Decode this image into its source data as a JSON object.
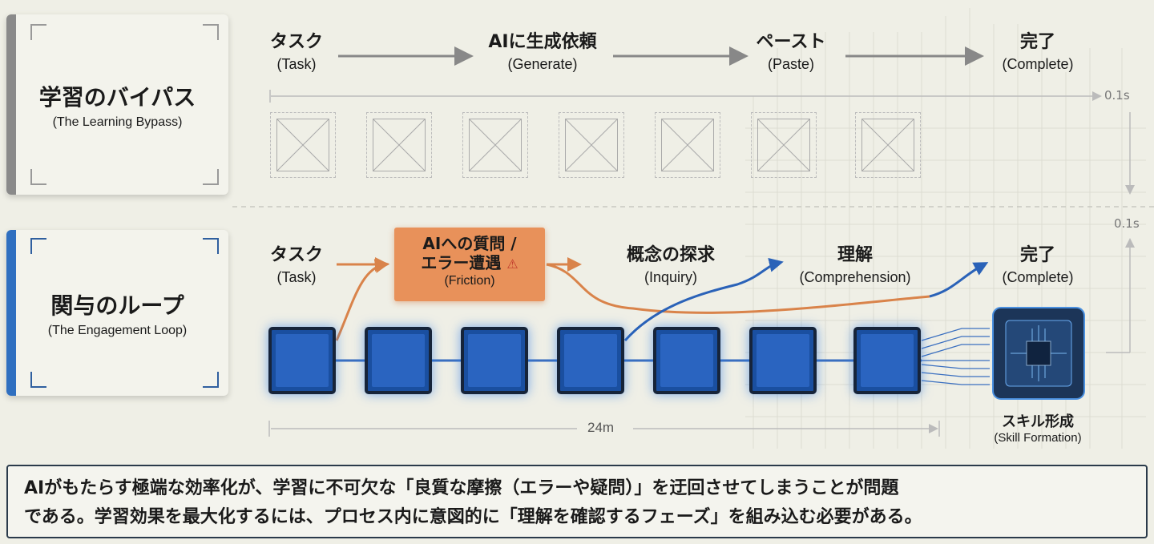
{
  "bypass": {
    "title": "学習のバイパス",
    "subtitle": "(The Learning Bypass)",
    "steps": [
      {
        "jp": "タスク",
        "en": "(Task)"
      },
      {
        "jp": "AIに生成依頼",
        "en": "(Generate)"
      },
      {
        "jp": "ペースト",
        "en": "(Paste)"
      },
      {
        "jp": "完了",
        "en": "(Complete)"
      }
    ],
    "duration": "0.1s"
  },
  "loop": {
    "title": "関与のループ",
    "subtitle": "(The Engagement Loop)",
    "steps": [
      {
        "jp": "タスク",
        "en": "(Task)"
      },
      {
        "jp": "概念の探求",
        "en": "(Inquiry)"
      },
      {
        "jp": "理解",
        "en": "(Comprehension)"
      },
      {
        "jp": "完了",
        "en": "(Complete)"
      }
    ],
    "friction": {
      "line1": "AIへの質問 /",
      "line2": "エラー遭遇",
      "en": "(Friction)"
    },
    "skill": {
      "jp": "スキル形成",
      "en": "(Skill Formation)"
    },
    "duration": "24m",
    "side_duration": "0.1s"
  },
  "colors": {
    "accent_blue": "#2f6fc0",
    "friction_orange": "#e8915a",
    "bypass_gray": "#888888"
  },
  "note": {
    "line1": "AIがもたらす極端な効率化が、学習に不可欠な「良質な摩擦（エラーや疑問）」を迂回させてしまうことが問題",
    "line2": "である。学習効果を最大化するには、プロセス内に意図的に「理解を確認するフェーズ」を組み込む必要がある。"
  }
}
